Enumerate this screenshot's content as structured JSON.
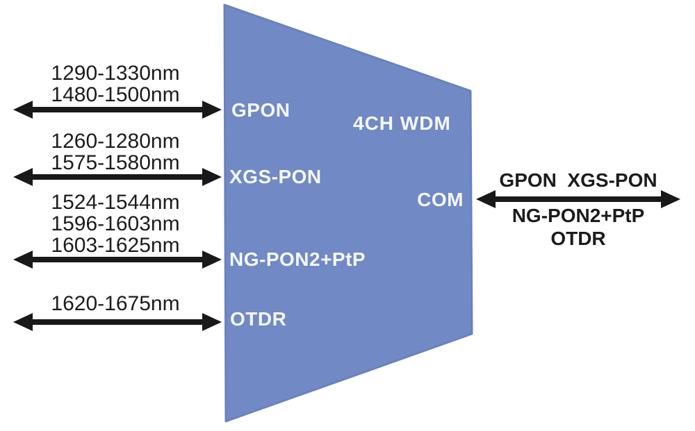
{
  "device": {
    "title": "4CH WDM",
    "com_port_label": "COM"
  },
  "inputs": [
    {
      "port": "GPON",
      "wavelengths": [
        "1290-1330nm",
        "1480-1500nm"
      ]
    },
    {
      "port": "XGS-PON",
      "wavelengths": [
        "1260-1280nm",
        "1575-1580nm"
      ]
    },
    {
      "port": "NG-PON2+PtP",
      "wavelengths": [
        "1524-1544nm",
        "1596-1603nm",
        "1603-1625nm"
      ]
    },
    {
      "port": "OTDR",
      "wavelengths": [
        "1620-1675nm"
      ]
    }
  ],
  "output": {
    "line1": "GPON  XGS-PON",
    "line2": "NG-PON2+PtP",
    "line3": "OTDR"
  },
  "colors": {
    "device-fill": "#7189c4",
    "device-stroke": "#6a82bd",
    "device-text": "#f4f7fb",
    "arrow": "#191919",
    "text": "#1c1c1c",
    "background": "#ffffff"
  }
}
